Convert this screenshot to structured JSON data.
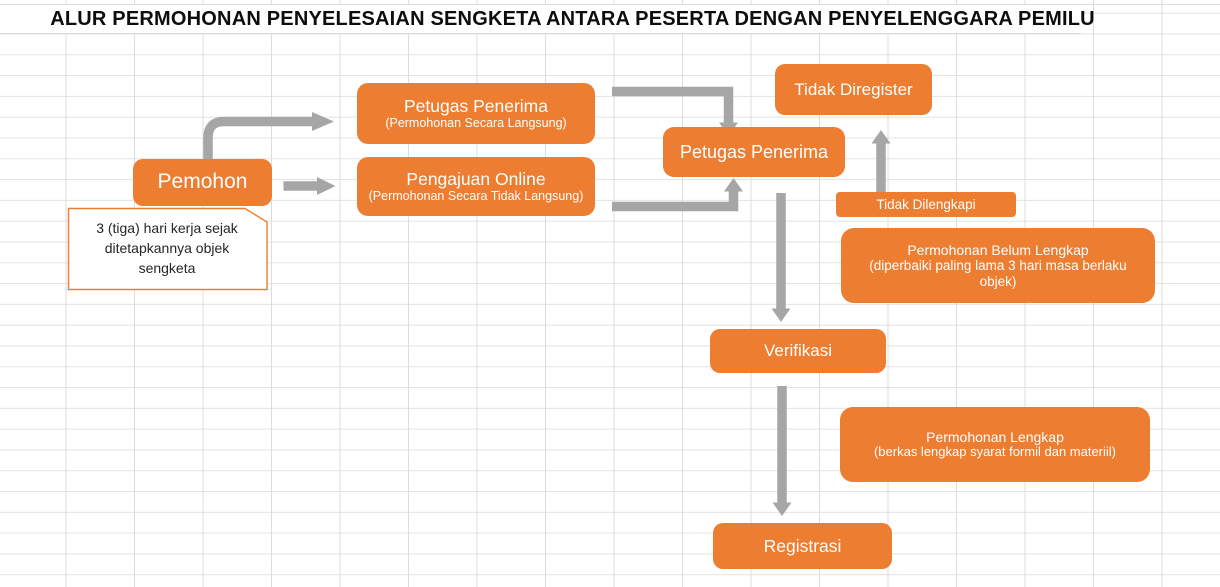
{
  "title": "ALUR PERMOHONAN PENYELESAIAN SENGKETA ANTARA PESERTA DENGAN PENYELENGGARA PEMILU",
  "colors": {
    "node_fill": "#ED7D31",
    "node_text": "#FFFFFF",
    "arrow_gray": "#A6A6A6",
    "grid_line": "#DCDCDC",
    "callout_border": "#ED7D31",
    "title_text": "#0D0D0D"
  },
  "boxes": {
    "pemohon": {
      "label": "Pemohon"
    },
    "petugas_penerima_langsung": {
      "label": "Petugas Penerima",
      "sublabel": "(Permohonan Secara Langsung)"
    },
    "pengajuan_online": {
      "label": "Pengajuan Online",
      "sublabel": "(Permohonan Secara Tidak Langsung)"
    },
    "tidak_diregister": {
      "label": "Tidak Diregister"
    },
    "petugas_penerima": {
      "label": "Petugas Penerima"
    },
    "tidak_dilengkapi": {
      "label": "Tidak Dilengkapi"
    },
    "permohonan_belum_lengkap": {
      "label": "Permohonan Belum Lengkap",
      "sublabel": "(diperbaiki paling lama 3 hari masa berlaku objek)"
    },
    "verifikasi": {
      "label": "Verifikasi"
    },
    "permohonan_lengkap": {
      "label": "Permohonan Lengkap",
      "sublabel": "(berkas lengkap syarat formil dan materiil)"
    },
    "registrasi": {
      "label": "Registrasi"
    }
  },
  "callout": {
    "text": "3 (tiga) hari kerja sejak ditetapkannya objek sengketa"
  }
}
